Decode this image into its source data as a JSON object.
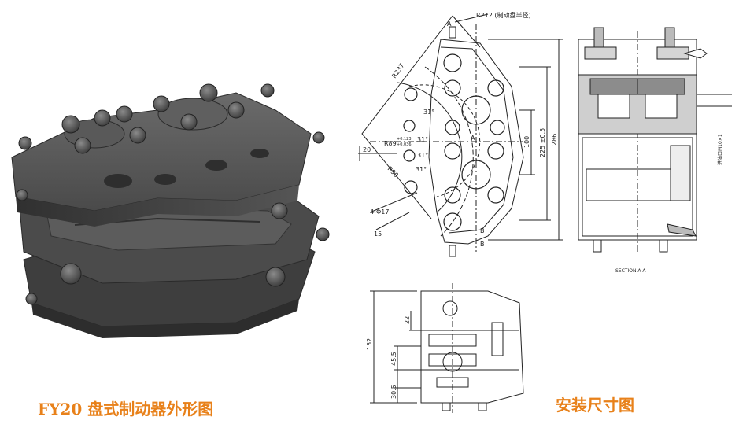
{
  "captions": {
    "left": "FY20 盘式制动器外形图",
    "right": "安装尺寸图"
  },
  "front_view": {
    "radius_outer": "R237",
    "radius_disc": "R212 (制动盘半径)",
    "radius_r89": "R89",
    "tol_upper": "+0.123",
    "tol_lower": "+0.036",
    "radius_r90": "R90",
    "angle_1": "31°",
    "angle_2": "31°",
    "angle_3": "31°",
    "angle_4": "31°",
    "dim_20": "20",
    "holes": "4-Φ17",
    "dim_15": "15",
    "dim_100": "100",
    "dim_225": "225 ±0.5",
    "dim_286": "286",
    "sec_a_top": "A",
    "sec_a_mid": "A",
    "sec_b": "B",
    "sec_b2": "B"
  },
  "section_view": {
    "label": "SECTION A-A",
    "pipe_label": "进油口M10×1"
  },
  "bottom_view": {
    "dim_152": "152",
    "dim_22": "22",
    "dim_45": "45.5",
    "dim_30": "30.5"
  },
  "colors": {
    "caption": "#e8811a",
    "metal_dark": "#3c3c3c",
    "metal_mid": "#5a5a5a",
    "metal_light": "#7a7a7a",
    "line": "#222222"
  }
}
